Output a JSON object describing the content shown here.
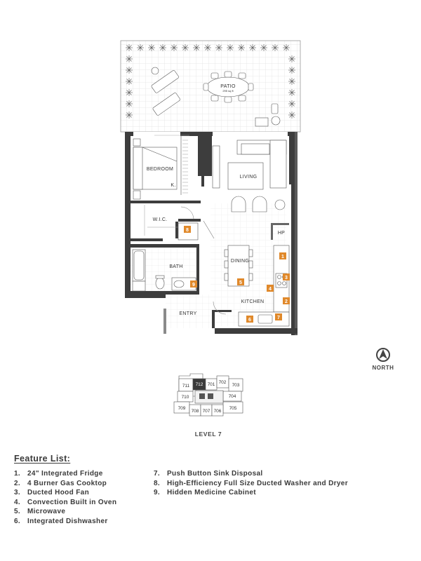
{
  "plan": {
    "rooms": {
      "patio": "PATIO",
      "patio_area": "295 sq ft",
      "bedroom": "BEDROOM",
      "closet_k": "K.",
      "living": "LIVING",
      "wic": "W.I.C.",
      "hp": "HP",
      "bath": "BATH",
      "dining": "DINING",
      "kitchen": "KITCHEN",
      "entry": "ENTRY"
    },
    "badges": {
      "b1": "1",
      "b2": "2",
      "b3": "3",
      "b4": "4",
      "b5": "5",
      "b6": "6",
      "b7": "7",
      "b8": "8",
      "b9": "9"
    },
    "badge_color": "#e0892b",
    "wall_color": "#3d3d3d"
  },
  "compass": {
    "label": "NORTH"
  },
  "keyplan": {
    "level_label": "LEVEL 7",
    "highlight_unit": "712",
    "highlight_color": "#3b3b3b",
    "units": {
      "u711": "711",
      "u712": "712",
      "u701": "701",
      "u702": "702",
      "u703": "703",
      "u710": "710",
      "u704": "704",
      "u709": "709",
      "u705": "705",
      "u708": "708",
      "u707": "707",
      "u706": "706"
    }
  },
  "features": {
    "title": "Feature List:",
    "items": [
      {
        "num": "1.",
        "text": "24\" Integrated Fridge"
      },
      {
        "num": "2.",
        "text": "4 Burner Gas Cooktop"
      },
      {
        "num": "3.",
        "text": "Ducted Hood Fan"
      },
      {
        "num": "4.",
        "text": "Convection Built in Oven"
      },
      {
        "num": "5.",
        "text": "Microwave"
      },
      {
        "num": "6.",
        "text": "Integrated Dishwasher"
      },
      {
        "num": "7.",
        "text": "Push Button Sink Disposal"
      },
      {
        "num": "8.",
        "text": "High-Efficiency Full Size Ducted Washer and Dryer"
      },
      {
        "num": "9.",
        "text": "Hidden Medicine Cabinet"
      }
    ]
  }
}
